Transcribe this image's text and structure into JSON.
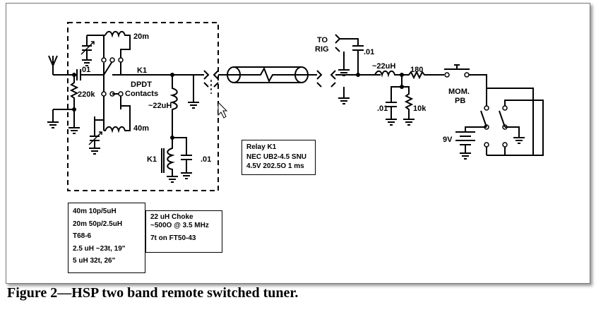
{
  "caption": "Figure 2—HSP two band remote switched tuner.",
  "labels": {
    "cap_01_in": ".01",
    "res_220k": "220k",
    "band_20m": "20m",
    "band_40m": "40m",
    "k1": "K1",
    "dpdt_1": "DPDT",
    "dpdt_2": "Contacts",
    "choke_left": "~22uH",
    "relay_coil": "K1",
    "cap_01_relay": ".01",
    "to_rig_1": "TO",
    "to_rig_2": "RIG",
    "cap_01_rig": ".01",
    "choke_right": "~22uH",
    "res_180": "180",
    "mom_1": "MOM.",
    "mom_2": "PB",
    "cap_01_right": ".01",
    "res_10k": "10k",
    "batt_9v": "9V"
  },
  "notes": {
    "relay": [
      "Relay K1",
      "NEC UB2-4.5 SNU",
      "4.5V 202.5O 1 ms"
    ],
    "coils": [
      "40m 10p/5uH",
      "20m 50p/2.5uH",
      "T68-6",
      "2.5 uH ~23t, 19\"",
      "5 uH 32t, 26\""
    ],
    "choke": [
      "22 uH Choke",
      "~500O @ 3.5 MHz",
      "",
      "7t on FT50-43"
    ]
  }
}
